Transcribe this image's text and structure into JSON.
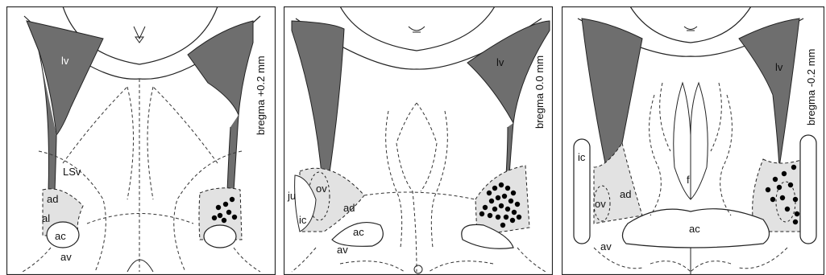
{
  "panels": [
    {
      "bregma": "bregma +0.2 mm",
      "labels": {
        "lv": "lv",
        "lsv": "LSv",
        "ad": "ad",
        "al": "al",
        "ac": "ac",
        "av": "av"
      },
      "dots": 8
    },
    {
      "bregma": "bregma 0.0 mm",
      "labels": {
        "lv": "lv",
        "ju": "ju",
        "ov": "ov",
        "ic": "ic",
        "ad": "ad",
        "ac": "ac",
        "av": "av"
      },
      "dots": 22
    },
    {
      "bregma": "bregma -0.2 mm",
      "labels": {
        "lv": "lv",
        "ic": "ic",
        "ov": "ov",
        "ad": "ad",
        "f": "f",
        "ac": "ac",
        "av": "av"
      },
      "dots": 12
    }
  ],
  "colors": {
    "ventricle": "#6e6e6e",
    "shaded_region": "#e2e2e2",
    "outline": "#222222",
    "dot": "#000000"
  }
}
